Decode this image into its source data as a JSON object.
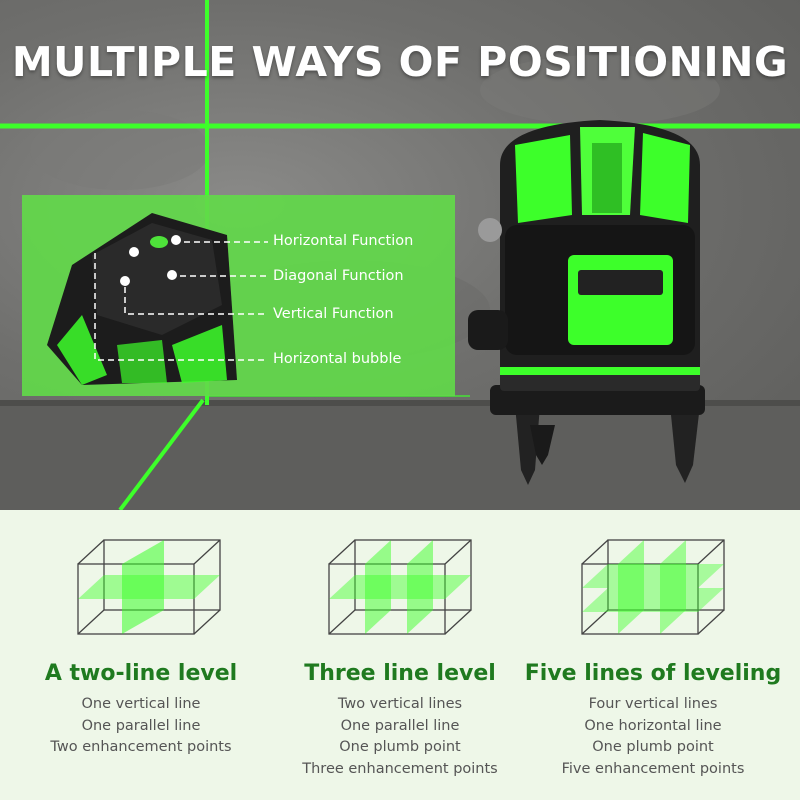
{
  "headline": "MULTIPLE WAYS OF POSITIONING",
  "callouts": [
    {
      "label": "Horizontal Function"
    },
    {
      "label": "Diagonal Function"
    },
    {
      "label": "Vertical Function"
    },
    {
      "label": "Horizontal bubble"
    }
  ],
  "levels": [
    {
      "title": "A two-line level",
      "lines": [
        "One vertical line",
        "One parallel line",
        "Two enhancement points"
      ]
    },
    {
      "title": "Three line level",
      "lines": [
        "Two vertical lines",
        "One parallel line",
        "One plumb point",
        "Three enhancement points"
      ]
    },
    {
      "title": "Five lines of leveling",
      "lines": [
        "Four vertical lines",
        "One horizontal line",
        "One plumb point",
        "Five enhancement points"
      ]
    }
  ],
  "colors": {
    "laser_green": "#3dff2a",
    "title_green": "#1f7a1f",
    "panel_green": "#62d94a",
    "body_text": "#555555"
  }
}
